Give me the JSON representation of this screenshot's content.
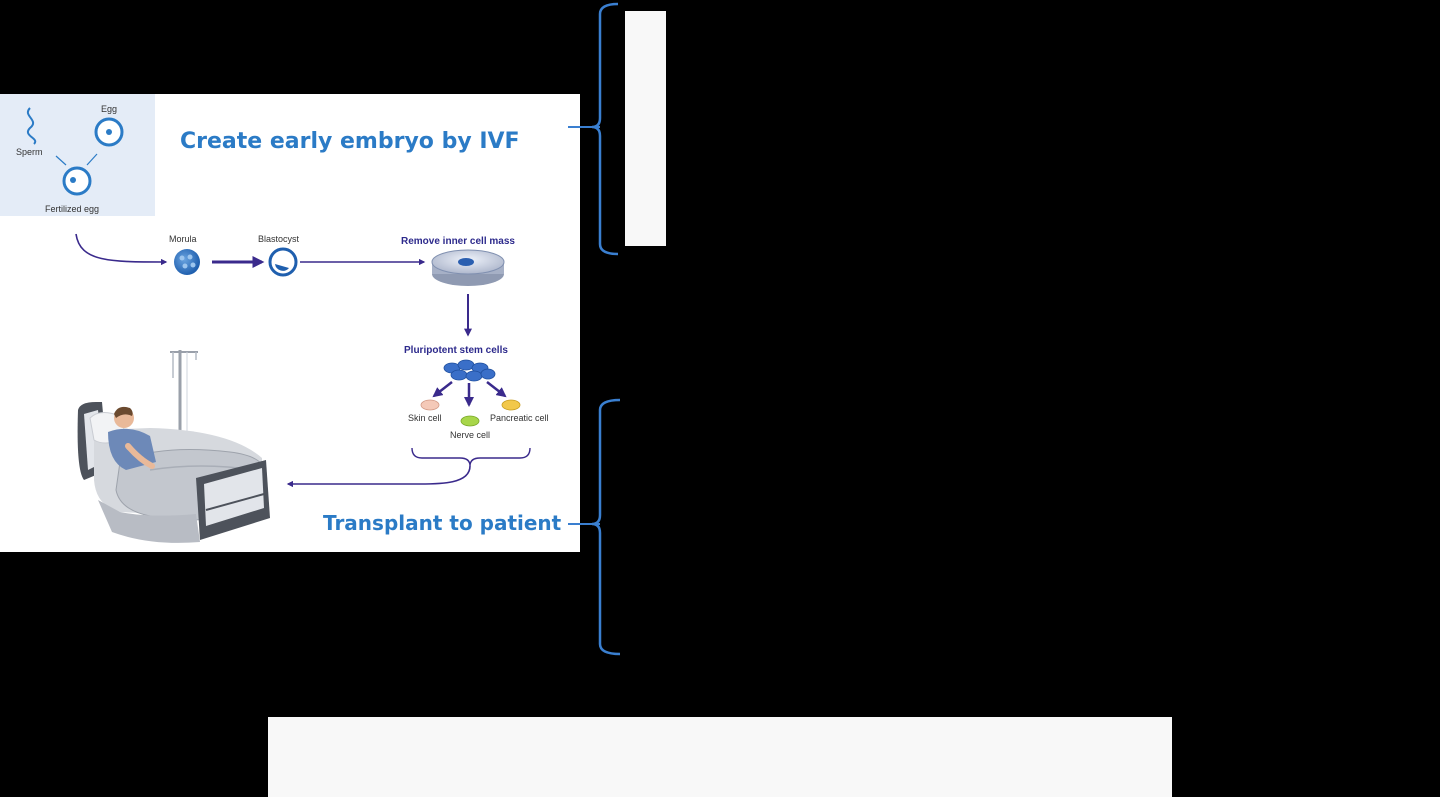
{
  "diagram": {
    "title": "Create early embryo by IVF",
    "footer": "Transplant to patient",
    "labels": {
      "egg": "Egg",
      "sperm": "Sperm",
      "fertilized_egg": "Fertilized egg",
      "morula": "Morula",
      "blastocyst": "Blastocyst",
      "remove_icm": "Remove inner cell mass",
      "stem_cells": "Pluripotent stem cells",
      "skin_cell": "Skin cell",
      "nerve_cell": "Nerve cell",
      "pancreatic_cell": "Pancreatic cell"
    }
  },
  "colors": {
    "background": "#000000",
    "accent_blue": "#2b7bc6",
    "arrow_navy": "#3a2a8c",
    "bracket_blue": "#3a7fd0",
    "panel_white": "#ffffff",
    "answer_box": "#f8f8f8"
  },
  "icons": [
    "hospital-bed-icon",
    "patient-icon",
    "iv-pole-icon",
    "petri-dish-icon",
    "stem-cell-cluster-icon"
  ]
}
